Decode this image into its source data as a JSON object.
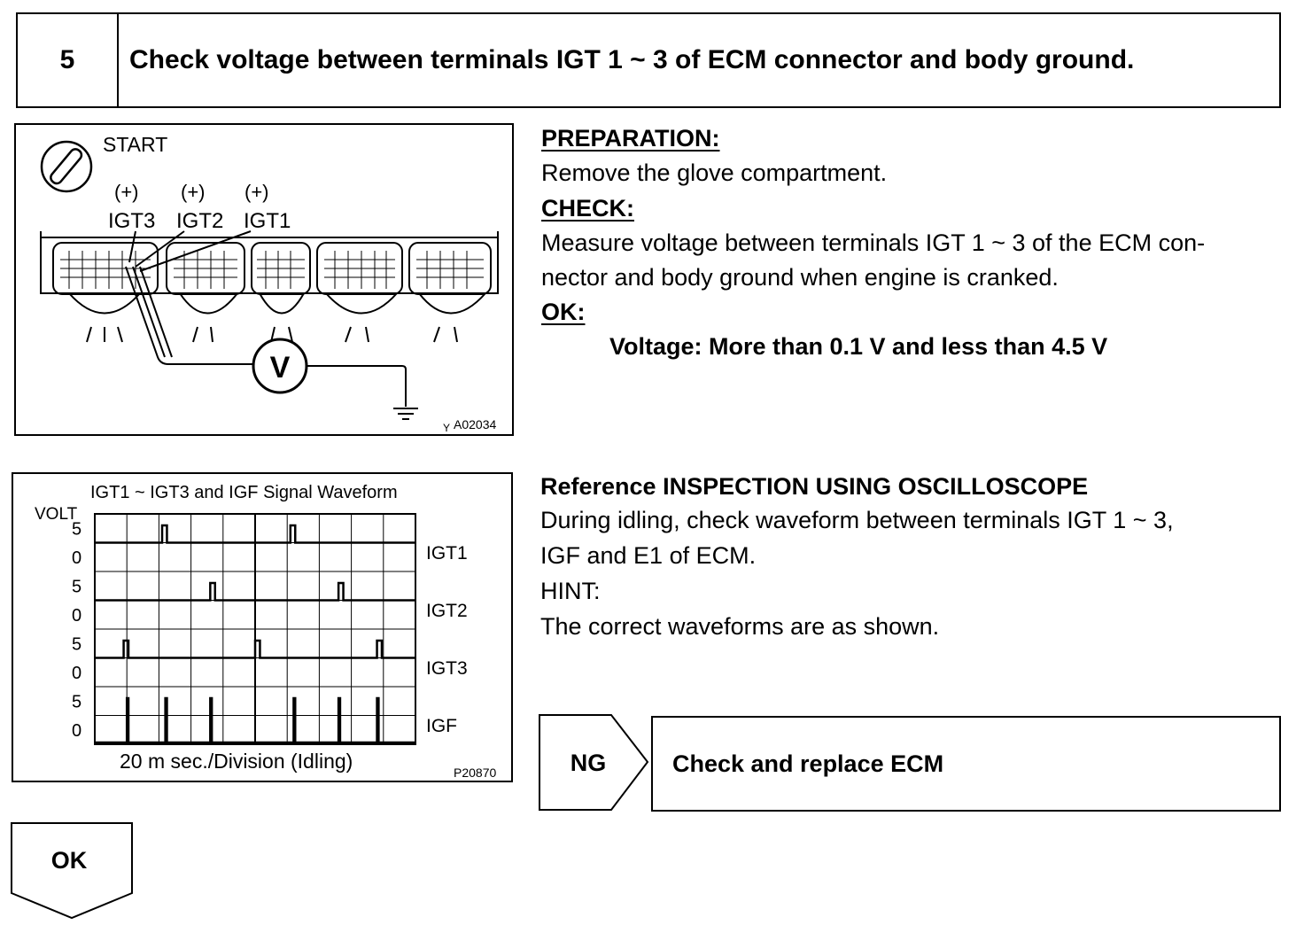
{
  "step": {
    "number": "5",
    "title": "Check voltage between terminals IGT 1 ~ 3 of ECM connector and body ground."
  },
  "wiring_figure": {
    "ignition_label": "START",
    "terminals": [
      {
        "polarity": "(+)",
        "name": "IGT3"
      },
      {
        "polarity": "(+)",
        "name": "IGT2"
      },
      {
        "polarity": "(+)",
        "name": "IGT1"
      }
    ],
    "meter_symbol": "V",
    "figure_code_prefix": "Y",
    "figure_code": "A02034"
  },
  "instructions": {
    "preparation_heading": "PREPARATION:",
    "preparation_text": "Remove the glove compartment.",
    "check_heading": "CHECK:",
    "check_text_line1": "Measure voltage between terminals IGT 1 ~ 3 of the ECM con-",
    "check_text_line2": "nector and body ground when engine is cranked.",
    "ok_heading": "OK:",
    "ok_spec": "Voltage:  More than 0.1 V and less than 4.5 V"
  },
  "waveform_figure": {
    "title": "IGT1 ~ IGT3 and IGF Signal Waveform",
    "y_unit": "VOLT",
    "x_label": "20 m sec./Division (Idling)",
    "figure_code": "P20870",
    "channels": [
      {
        "name": "IGT1",
        "high_label": "5",
        "low_label": "0"
      },
      {
        "name": "IGT2",
        "high_label": "5",
        "low_label": "0"
      },
      {
        "name": "IGT3",
        "high_label": "5",
        "low_label": "0"
      },
      {
        "name": "IGF",
        "high_label": "5",
        "low_label": "0"
      }
    ]
  },
  "reference": {
    "heading": "Reference INSPECTION USING OSCILLOSCOPE",
    "line1": "During idling, check waveform between terminals IGT 1 ~ 3,",
    "line2": "IGF and E1 of ECM.",
    "hint_label": "HINT:",
    "hint_text": "The correct waveforms are as shown."
  },
  "ng_result": {
    "label": "NG",
    "action": "Check and replace ECM"
  },
  "ok_result": {
    "label": "OK"
  }
}
